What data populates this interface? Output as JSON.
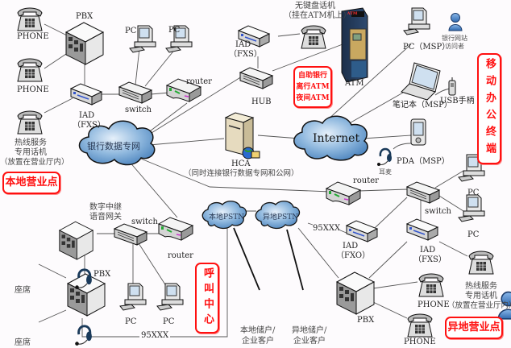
{
  "title": "银行网络拓扑示意图",
  "colors": {
    "background": "#fdfbfd",
    "accent_red": "#ff1010",
    "cloud_blue": "#6fa5d6",
    "line": "#444444",
    "person_blue": "#3a78c0"
  },
  "regions": {
    "local_branch": "本地营业点",
    "remote_branch": "异地营业点",
    "call_center": "呼叫中心",
    "mobile_office": "移动办公终端",
    "atm_box": [
      "自助银行",
      "离行ATM",
      "夜间ATM"
    ]
  },
  "clouds": {
    "bank_network": "银行数据专网",
    "internet": "Internet",
    "local_pstn": "本地PSTN",
    "remote_pstn": "异地PSTN"
  },
  "local_branch": {
    "phone1": "PHONE",
    "phone2": "PHONE",
    "pbx": "PBX",
    "iad": "IAD",
    "iad_mode": "（FXS）",
    "switch": "switch",
    "router": "router",
    "pc1": "PC",
    "pc2": "PC",
    "hotline": [
      "热线服务",
      "专用话机",
      "（放置在营业厅内）"
    ]
  },
  "atm_site": {
    "iad": "IAD",
    "iad_mode": "（FXS）",
    "hub": "HUB",
    "phone": [
      "无键盘话机",
      "（挂在ATM机上）"
    ],
    "atm": "ATM",
    "atm_screen": "ATM"
  },
  "hca": {
    "label": "HCA",
    "desc": "（同时连接银行数据专网和公网）"
  },
  "mobile": {
    "pc": "PC（MSP）",
    "visitor": [
      "银行网站",
      "访问者"
    ],
    "laptop": "笔记本（MSP）",
    "usb": "USB手柄",
    "pda": "PDA（MSP）",
    "headset": "耳麦"
  },
  "call_center": {
    "gateway": [
      "数字中继",
      "语音网关"
    ],
    "switch": "switch",
    "router": "router",
    "pbx": "PBX",
    "pc1": "PC",
    "pc2": "PC",
    "seat1": "座席",
    "seat2": "座席",
    "number": "95XXX"
  },
  "customers": {
    "local": [
      "本地储户/",
      "企业客户"
    ],
    "remote": [
      "异地储户/",
      "企业客户"
    ]
  },
  "remote_branch": {
    "router": "router",
    "switch": "switch",
    "pc1": "PC",
    "pc2": "PC",
    "iad_fxo": "IAD",
    "iad_fxo_mode": "（FXO）",
    "iad_fxs": "IAD",
    "iad_fxs_mode": "（FXS）",
    "pbx": "PBX",
    "phone1": "PHONE",
    "phone2": "PHONE",
    "hotline": [
      "热线服务",
      "专用话机",
      "（放置在营业厅内）"
    ],
    "number": "95XXX"
  }
}
